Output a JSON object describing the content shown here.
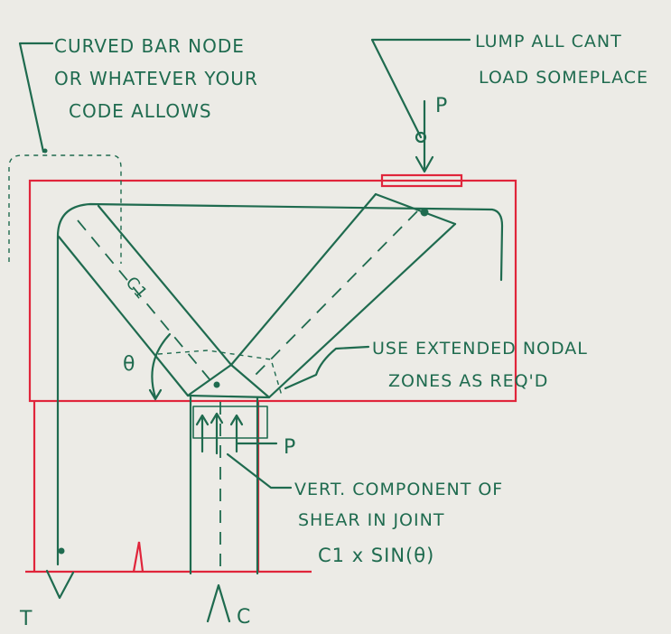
{
  "notes": {
    "curved_bar_line1": "CURVED BAR NODE",
    "curved_bar_line2": "OR WHATEVER YOUR",
    "curved_bar_line3": "CODE ALLOWS",
    "lump_line1": "LUMP ALL CANT",
    "lump_line2": "LOAD SOMEPLACE",
    "extended_line1": "USE EXTENDED NODAL",
    "extended_line2": "ZONES AS REQ'D",
    "vert_line1": "VERT. COMPONENT OF",
    "vert_line2": "SHEAR IN JOINT",
    "vert_line3": "C1 x SIN(θ)"
  },
  "labels": {
    "load_top": "P",
    "load_mid": "P",
    "tension": "T",
    "compression": "C",
    "angle": "θ",
    "strut": "C1"
  },
  "colors": {
    "ink": "#1f6b4f",
    "red": "#e0253b",
    "paper": "#ecebe6"
  }
}
